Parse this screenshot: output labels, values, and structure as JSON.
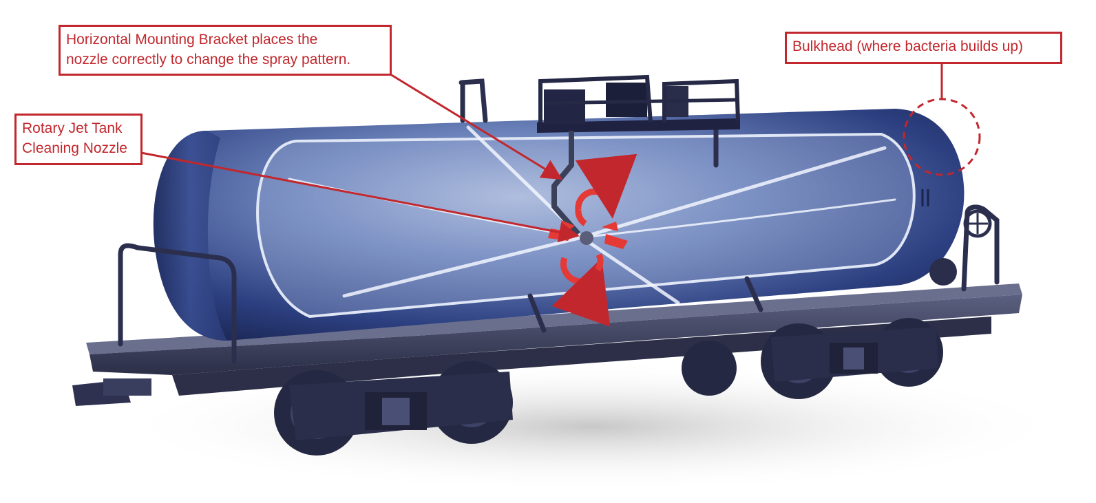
{
  "callouts": {
    "bracket": {
      "line1": "Horizontal Mounting Bracket places the",
      "line2": "nozzle correctly to change the spray pattern."
    },
    "nozzle": {
      "line1": "Rotary Jet Tank",
      "line2": "Cleaning Nozzle"
    },
    "bulkhead": {
      "line1": "Bulkhead (where bacteria builds up)"
    }
  },
  "colors": {
    "accent": "#c1272d",
    "tank_light": "#8aa0cc",
    "tank_dark": "#1c2a5e",
    "frame": "#2f3350",
    "background": "#ffffff"
  },
  "icons": [
    "rotation-arrow-icon",
    "nozzle-icon"
  ]
}
